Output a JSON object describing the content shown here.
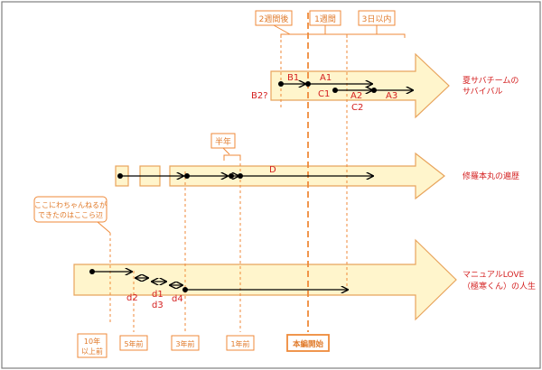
{
  "colors": {
    "arrow_fill": "#fff5cc",
    "arrow_stroke": "#e8a45c",
    "guide": "#ef8a3a",
    "red_text": "#d42020",
    "label_orange": "#e07a2a",
    "line": "#000000",
    "frame": "#7f7f7f"
  },
  "top_brackets": [
    {
      "id": "two_weeks_after",
      "label": "2週間後"
    },
    {
      "id": "one_week",
      "label": "1週間"
    },
    {
      "id": "within_3_days",
      "label": "3日以内"
    }
  ],
  "half_year": "半年",
  "callout": {
    "line1": "ここにわちゃんねるが",
    "line2": "できたのはここら辺"
  },
  "tracks": [
    {
      "id": "summer",
      "title_line1": "夏サバチームの",
      "title_line2": "サバイバル"
    },
    {
      "id": "shura",
      "title_line1": "修羅本丸の遍歴",
      "title_line2": ""
    },
    {
      "id": "manual",
      "title_line1": "マニュアルLOVE",
      "title_line2": "（極寒くん）の人生"
    }
  ],
  "point_labels": {
    "B1": "B1",
    "A1": "A1",
    "C1": "C1",
    "A2": "A2",
    "C2": "C2",
    "A3": "A3",
    "B2q": "B2?",
    "D": "D",
    "d1": "d1",
    "d2": "d2",
    "d3": "d3",
    "d4": "d4"
  },
  "bottom_labels": [
    {
      "id": "ten_years",
      "line1": "10年",
      "line2": "以上前"
    },
    {
      "id": "five_years",
      "line1": "5年前",
      "line2": ""
    },
    {
      "id": "three_years",
      "line1": "3年前",
      "line2": ""
    },
    {
      "id": "one_year",
      "line1": "1年前",
      "line2": ""
    },
    {
      "id": "main_start",
      "line1": "本編開始",
      "line2": ""
    }
  ]
}
